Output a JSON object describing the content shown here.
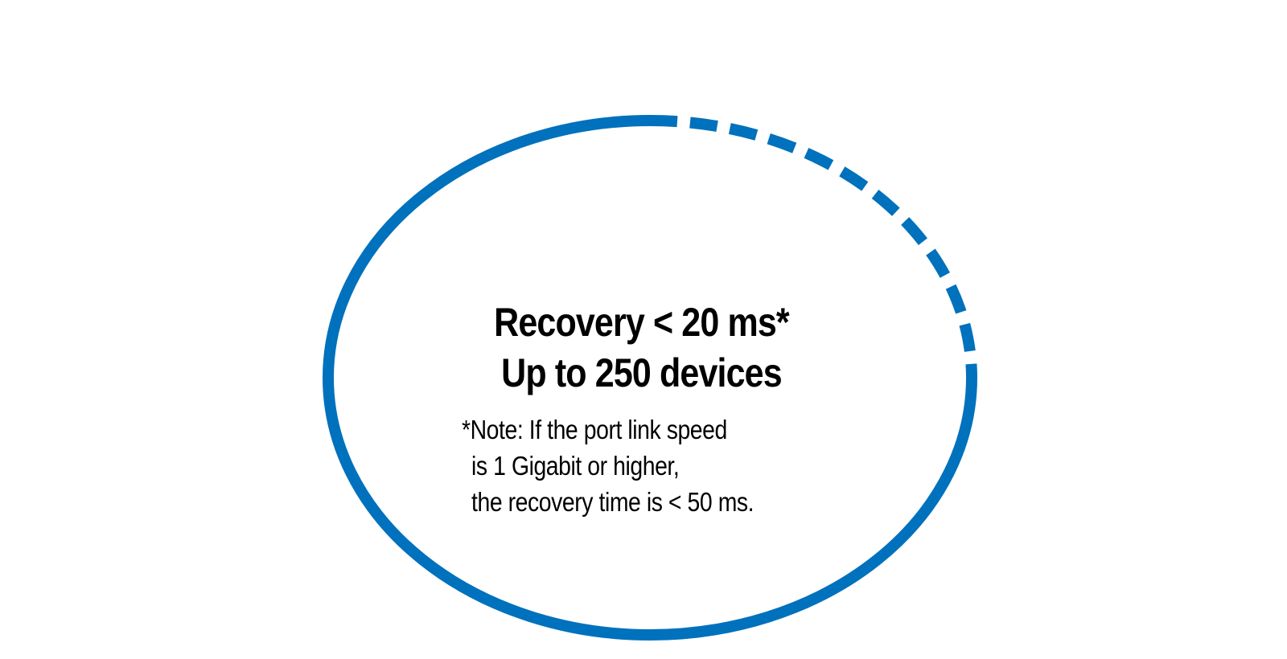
{
  "diagram": {
    "ring_color": "#0071BC",
    "headline": {
      "recovery": "Recovery < 20 ms*",
      "capacity": "Up to 250 devices"
    },
    "note": {
      "line1": "*Note: If the port link speed",
      "line2": "is 1 Gigabit or higher,",
      "line3": "the recovery time is < 50 ms."
    }
  }
}
